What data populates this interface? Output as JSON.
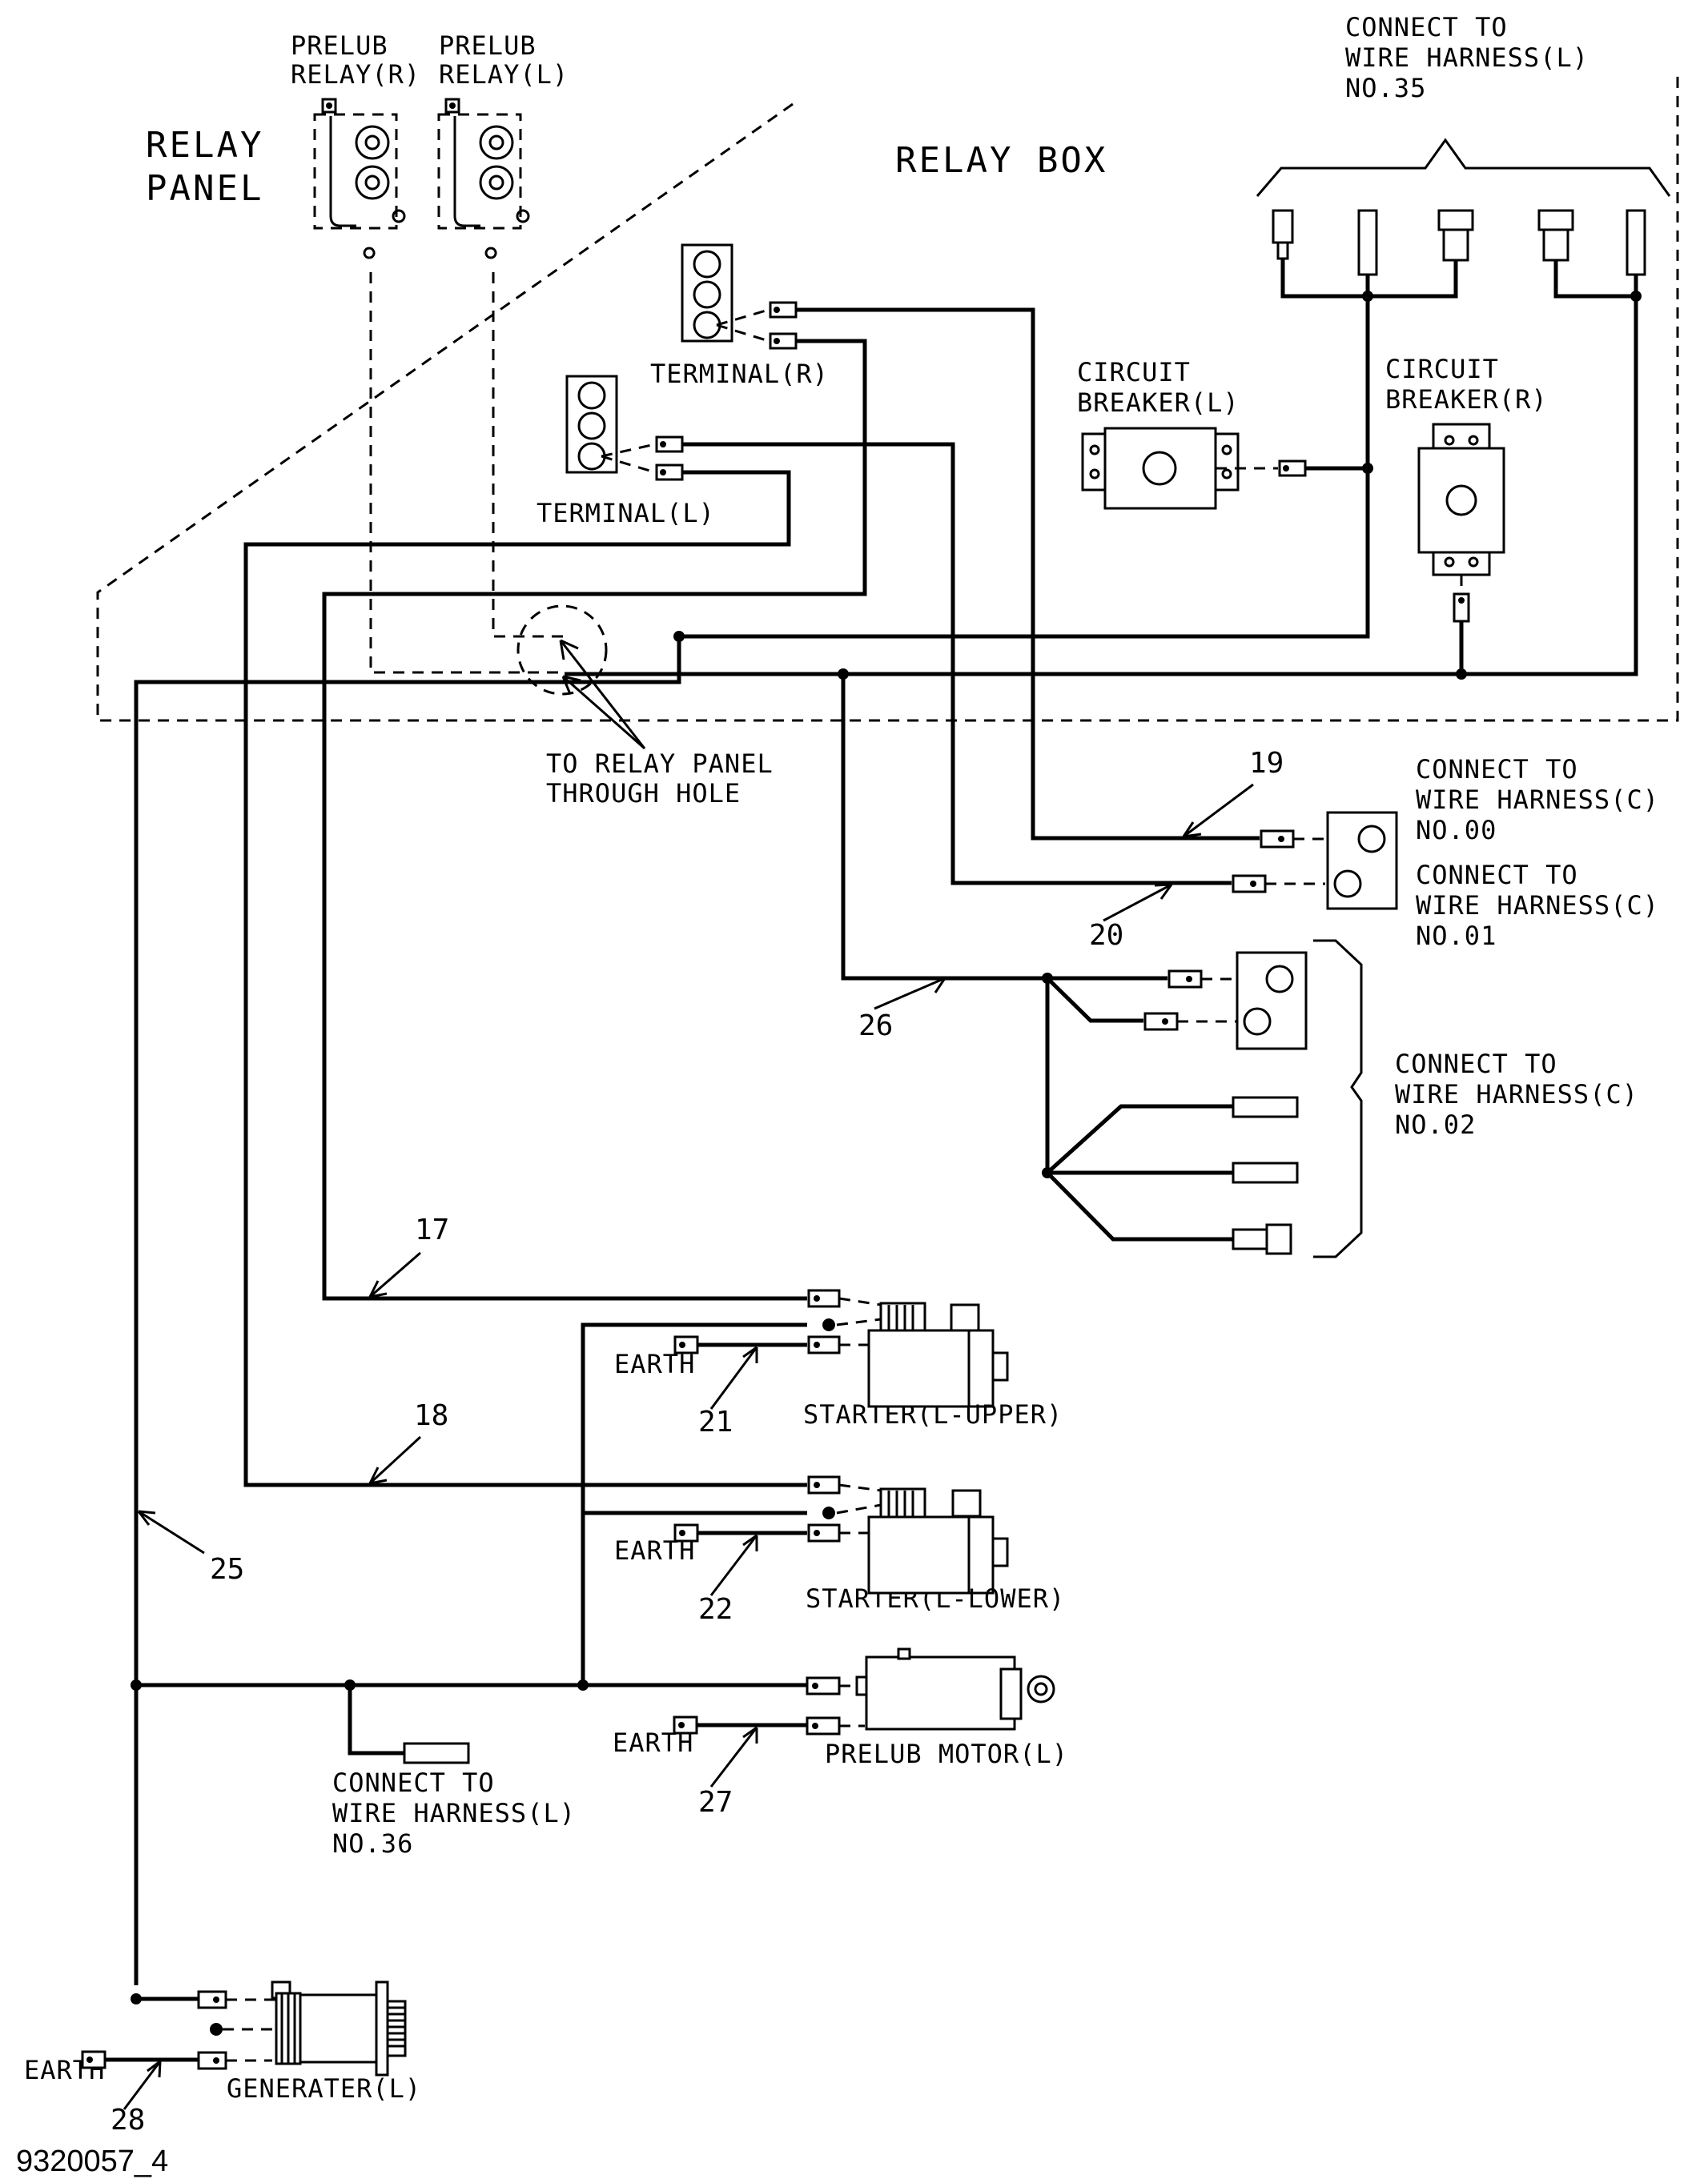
{
  "labels": {
    "relay_panel": [
      "RELAY",
      "PANEL"
    ],
    "relay_box": "RELAY BOX",
    "prelub_relay_r": [
      "PRELUB",
      "RELAY(R)"
    ],
    "prelub_relay_l": [
      "PRELUB",
      "RELAY(L)"
    ],
    "harness_l_35": [
      "CONNECT TO",
      "WIRE HARNESS(L)",
      "NO.35"
    ],
    "circuit_breaker_l": [
      "CIRCUIT",
      "BREAKER(L)"
    ],
    "circuit_breaker_r": [
      "CIRCUIT",
      "BREAKER(R)"
    ],
    "terminal_r": "TERMINAL(R)",
    "terminal_l": "TERMINAL(L)",
    "to_relay_panel": [
      "TO RELAY PANEL",
      "THROUGH HOLE"
    ],
    "harness_c_00": [
      "CONNECT TO",
      "WIRE HARNESS(C)",
      "NO.00"
    ],
    "harness_c_01": [
      "CONNECT TO",
      "WIRE HARNESS(C)",
      "NO.01"
    ],
    "harness_c_02": [
      "CONNECT TO",
      "WIRE HARNESS(C)",
      "NO.02"
    ],
    "harness_l_36": [
      "CONNECT TO",
      "WIRE HARNESS(L)",
      "NO.36"
    ],
    "starter_upper": "STARTER(L-UPPER)",
    "starter_lower": "STARTER(L-LOWER)",
    "prelub_motor": "PRELUB MOTOR(L)",
    "generator": "GENERATER(L)",
    "earth": "EARTH",
    "drawing_code": "9320057_4"
  },
  "wire_numbers": {
    "w17": "17",
    "w18": "18",
    "w19": "19",
    "w20": "20",
    "w21": "21",
    "w22": "22",
    "w25": "25",
    "w26": "26",
    "w27": "27",
    "w28": "28"
  }
}
